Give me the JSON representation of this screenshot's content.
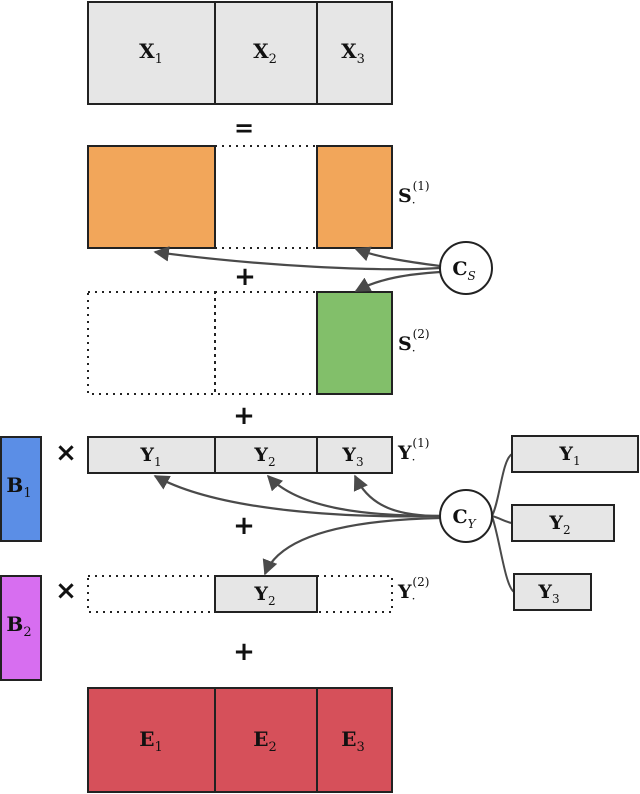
{
  "colors": {
    "x_fill": "#e6e6e6",
    "s1_fill": "#f2a65a",
    "s2_fill": "#82bf6a",
    "y_fill": "#e6e6e6",
    "b1_fill": "#5b8ee6",
    "b2_fill": "#d76ef0",
    "e_fill": "#d6505a",
    "stroke": "#222222",
    "arrow": "#4a4a4a"
  },
  "x_blocks": [
    {
      "base": "X",
      "sub": "1"
    },
    {
      "base": "X",
      "sub": "2"
    },
    {
      "base": "X",
      "sub": "3"
    }
  ],
  "operators": {
    "equals": "=",
    "plus": "+",
    "times": "×"
  },
  "s_labels": [
    {
      "base": "S",
      "sub": "·",
      "sup": "(1)"
    },
    {
      "base": "S",
      "sub": "·",
      "sup": "(2)"
    }
  ],
  "c_s": {
    "base": "C",
    "sub": "S"
  },
  "c_y": {
    "base": "C",
    "sub": "Y"
  },
  "y1_row": [
    {
      "base": "Y",
      "sub": "1"
    },
    {
      "base": "Y",
      "sub": "2"
    },
    {
      "base": "Y",
      "sub": "3"
    }
  ],
  "y1_label": {
    "base": "Y",
    "sub": "·",
    "sup": "(1)"
  },
  "y2_row": {
    "base": "Y",
    "sub": "2"
  },
  "y2_label": {
    "base": "Y",
    "sub": "·",
    "sup": "(2)"
  },
  "b_blocks": [
    {
      "base": "B",
      "sub": "1"
    },
    {
      "base": "B",
      "sub": "2"
    }
  ],
  "y_side": [
    {
      "base": "Y",
      "sub": "1"
    },
    {
      "base": "Y",
      "sub": "2"
    },
    {
      "base": "Y",
      "sub": "3"
    }
  ],
  "e_blocks": [
    {
      "base": "E",
      "sub": "1"
    },
    {
      "base": "E",
      "sub": "2"
    },
    {
      "base": "E",
      "sub": "3"
    }
  ]
}
